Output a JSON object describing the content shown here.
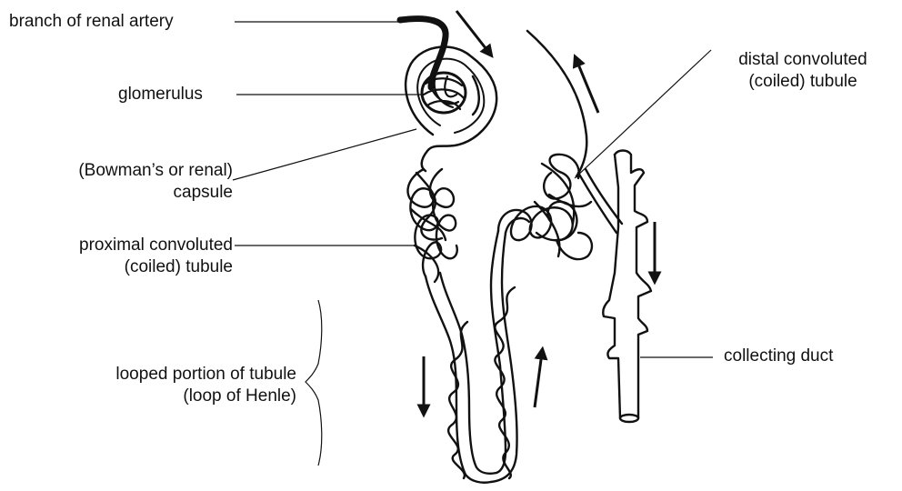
{
  "labels": {
    "renal_artery": "branch of renal artery",
    "glomerulus": "glomerulus",
    "capsule_line1": "(Bowman’s or renal)",
    "capsule_line2": "capsule",
    "proximal_line1": "proximal convoluted",
    "proximal_line2": "(coiled) tubule",
    "loop_line1": "looped portion of tubule",
    "loop_line2": "(loop of Henle)",
    "distal_line1": "distal convoluted",
    "distal_line2": "(coiled) tubule",
    "collecting_duct": "collecting duct"
  },
  "colors": {
    "ink": "#111111",
    "background": "#ffffff"
  }
}
